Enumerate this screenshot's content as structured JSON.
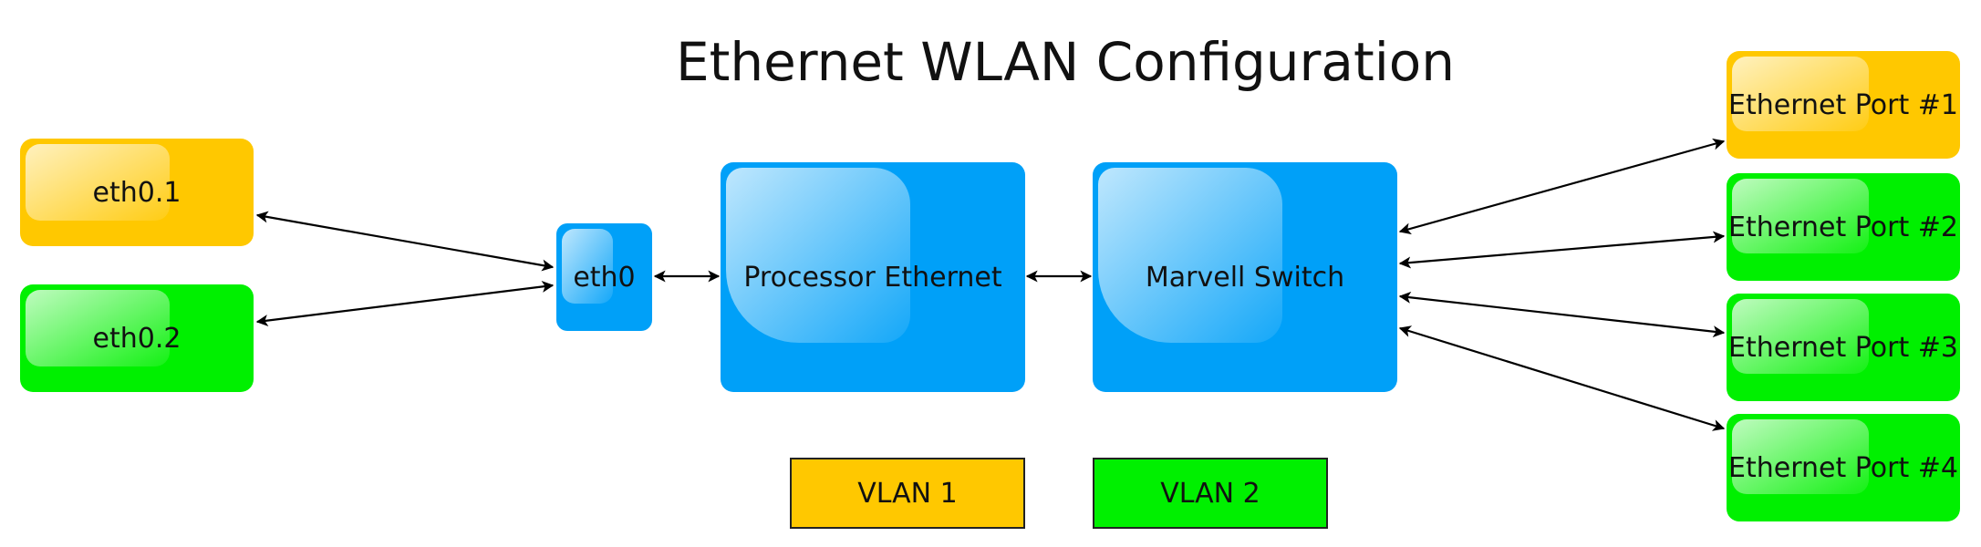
{
  "title": "Ethernet WLAN Configuration",
  "colors": {
    "vlan1": "#ffc800",
    "vlan2": "#00f000",
    "core": "#00a0f8",
    "arrow": "#000000"
  },
  "nodes": {
    "eth0_1": "eth0.1",
    "eth0_2": "eth0.2",
    "eth0": "eth0",
    "processor": "Processor Ethernet",
    "switch": "Marvell Switch",
    "port1": "Ethernet Port #1",
    "port2": "Ethernet Port #2",
    "port3": "Ethernet Port #3",
    "port4": "Ethernet Port #4"
  },
  "legend": {
    "vlan1": "VLAN 1",
    "vlan2": "VLAN 2"
  },
  "links": [
    {
      "from": "eth0.1",
      "to": "eth0",
      "bidirectional": true
    },
    {
      "from": "eth0.2",
      "to": "eth0",
      "bidirectional": true
    },
    {
      "from": "eth0",
      "to": "Processor Ethernet",
      "bidirectional": true
    },
    {
      "from": "Processor Ethernet",
      "to": "Marvell Switch",
      "bidirectional": true
    },
    {
      "from": "Marvell Switch",
      "to": "Ethernet Port #1",
      "bidirectional": true
    },
    {
      "from": "Marvell Switch",
      "to": "Ethernet Port #2",
      "bidirectional": true
    },
    {
      "from": "Marvell Switch",
      "to": "Ethernet Port #3",
      "bidirectional": true
    },
    {
      "from": "Marvell Switch",
      "to": "Ethernet Port #4",
      "bidirectional": true
    }
  ]
}
